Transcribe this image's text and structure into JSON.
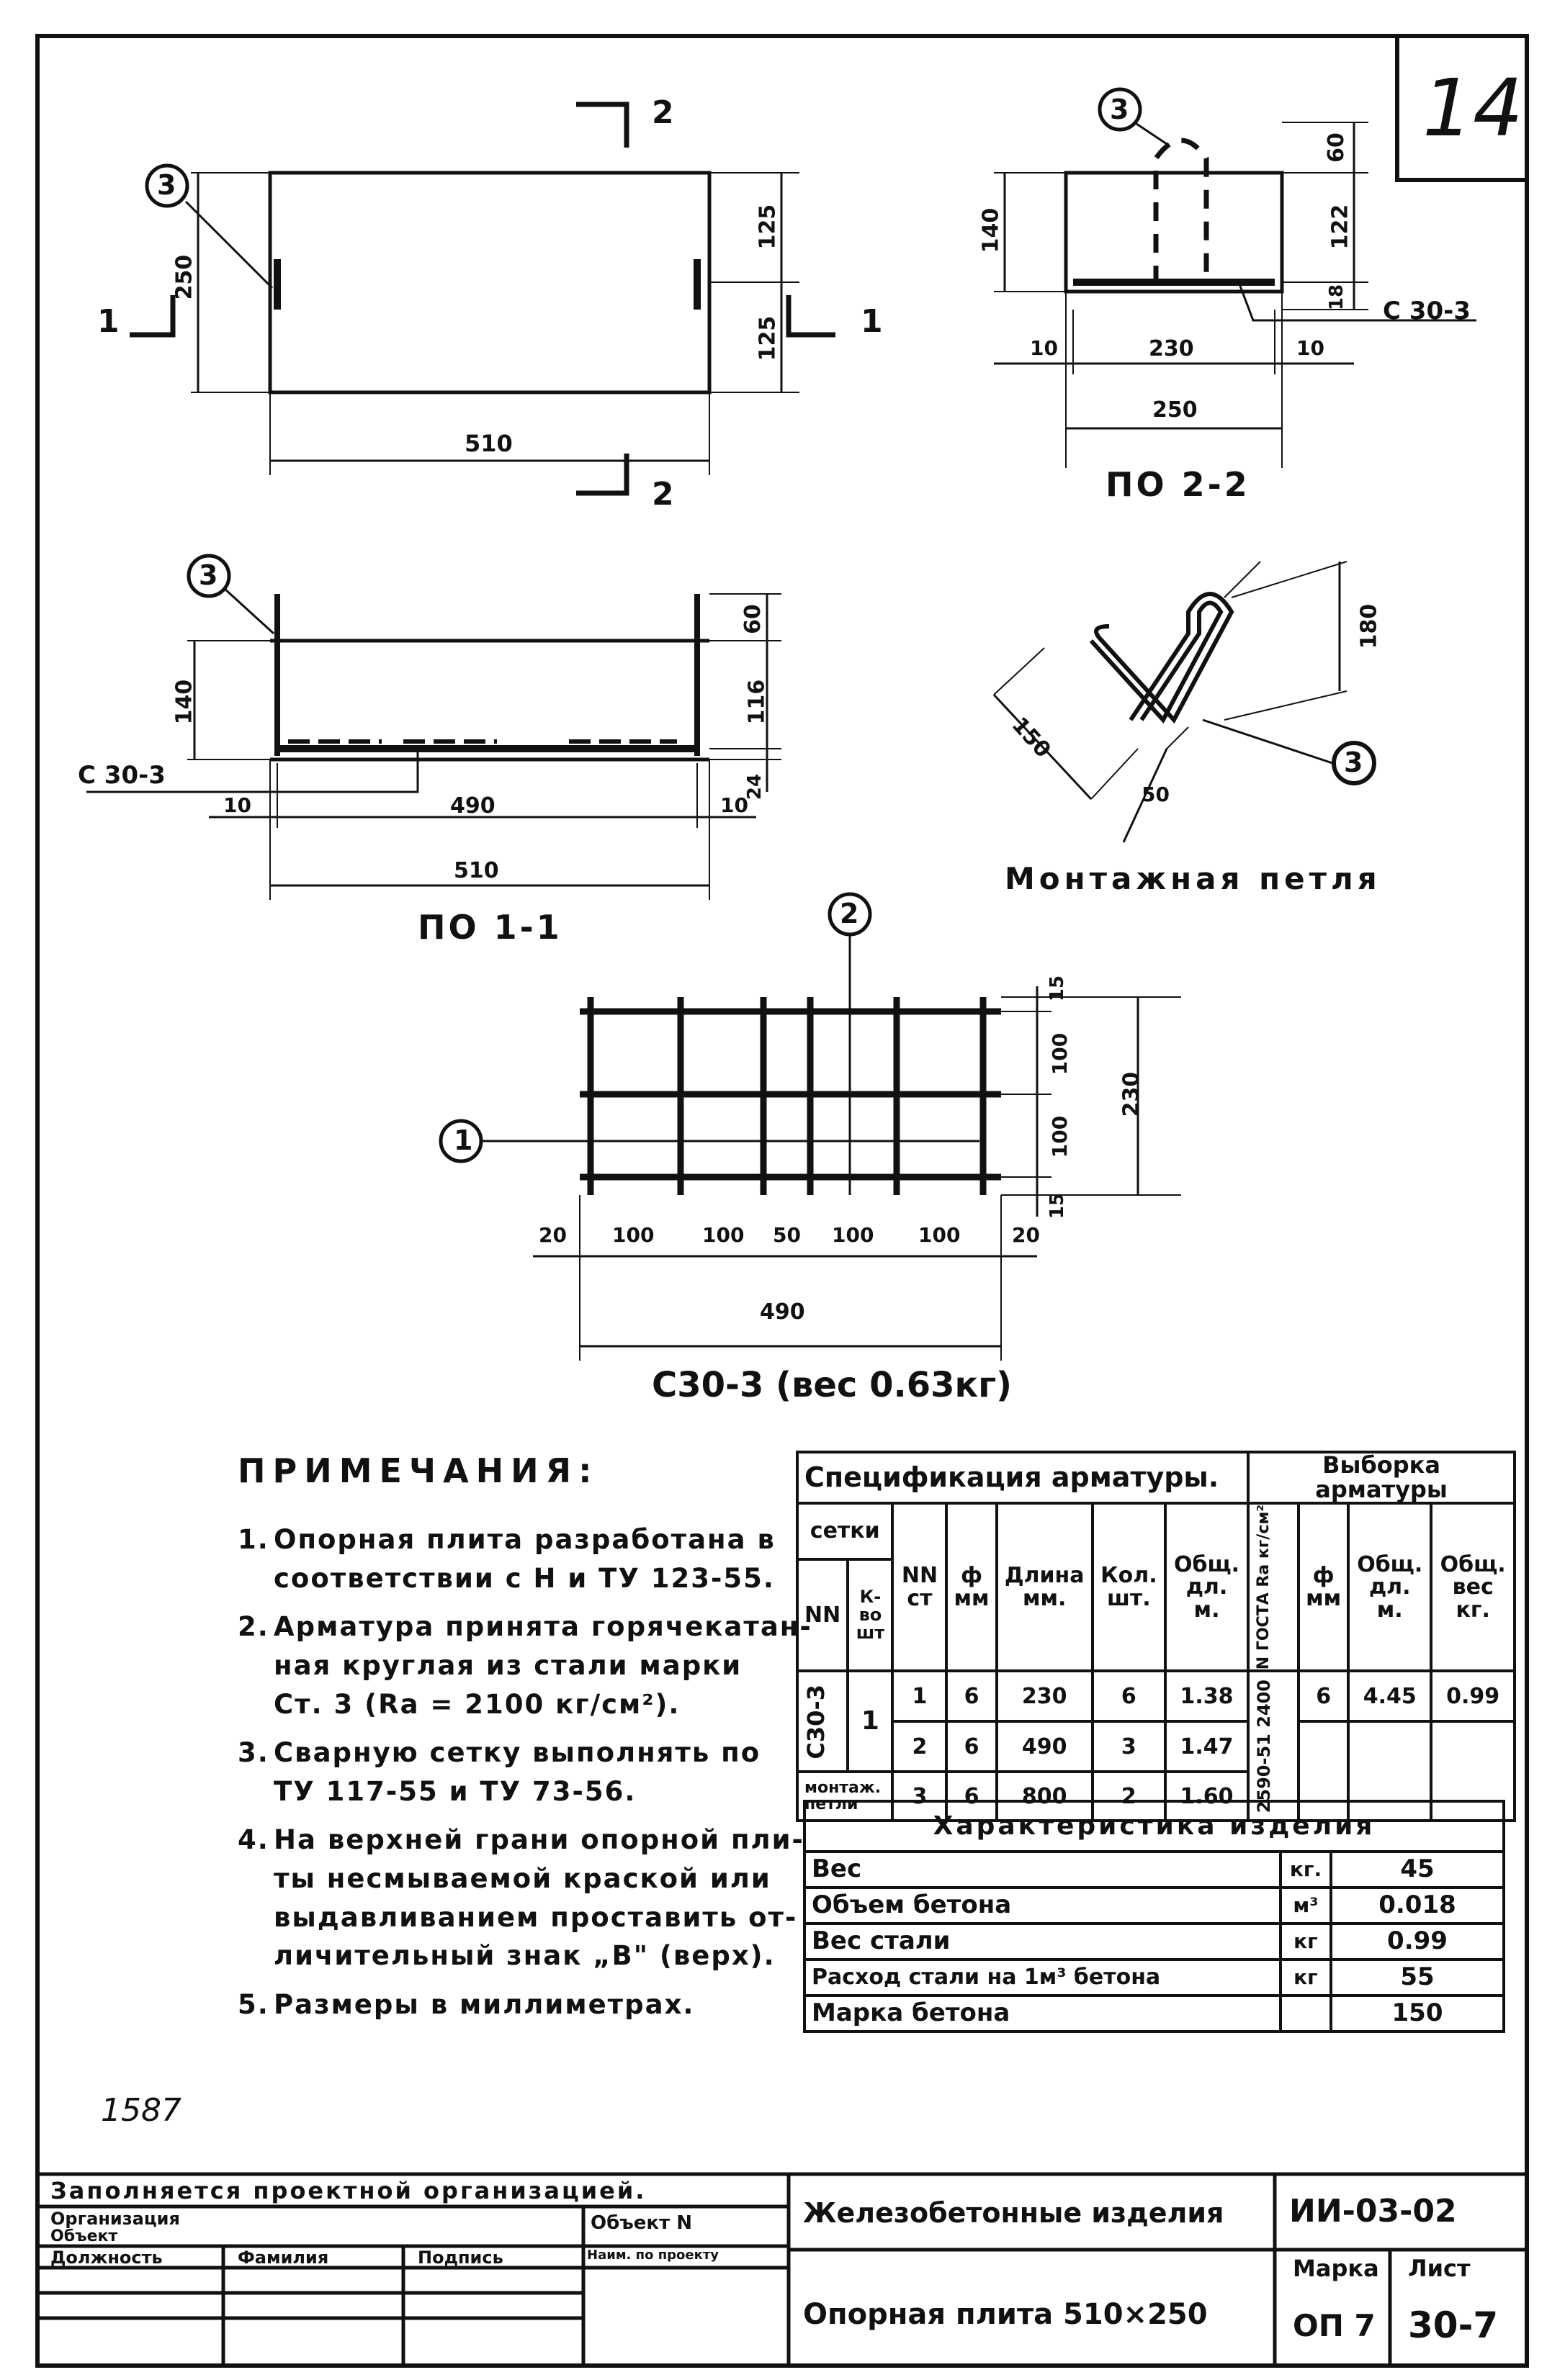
{
  "sheet_number": "14",
  "plan_view": {
    "leader_3": "3",
    "width_dim": "510",
    "height_dim": "250",
    "half_dim_top": "125",
    "half_dim_bottom": "125",
    "section_1": "1",
    "section_2": "2"
  },
  "section_2_2": {
    "label": "ПО 2-2",
    "leader_3": "3",
    "dims": [
      "60",
      "122",
      "18",
      "140"
    ],
    "mesh_label": "С 30-3",
    "bottom_dims": [
      "10",
      "230",
      "10"
    ],
    "total_dim": "250"
  },
  "section_1_1": {
    "label": "ПО 1-1",
    "leader_3": "3",
    "dims_right": [
      "60",
      "116",
      "24"
    ],
    "height_dim": "140",
    "mesh_label": "С 30-3",
    "bottom_dims": [
      "10",
      "490",
      "10"
    ],
    "total_dim": "510"
  },
  "loop": {
    "label": "Монтажная петля",
    "leader_3": "3",
    "dims": [
      "180",
      "150",
      "50"
    ]
  },
  "mesh": {
    "caption": "С30-3 (вес 0.63кг)",
    "leader_1": "1",
    "leader_2": "2",
    "right_dims": [
      "15",
      "100",
      "100",
      "15"
    ],
    "height_dim": "230",
    "bottom_dims": [
      "20",
      "100",
      "100",
      "50",
      "100",
      "100",
      "20"
    ],
    "total_dim": "490"
  },
  "notes": {
    "title": "ПРИМЕЧАНИЯ:",
    "items": [
      {
        "n": "1.",
        "text": "Опорная плита разработана в\nсоответствии с Н и ТУ 123-55."
      },
      {
        "n": "2.",
        "text": "Арматура принята горячекатан-\nная круглая из стали марки\nСт. 3 (Ra = 2100 кг/см²)."
      },
      {
        "n": "3.",
        "text": "Сварную сетку выполнять по\nТУ 117-55 и ТУ 73-56."
      },
      {
        "n": "4.",
        "text": "На верхней грани опорной пли-\nты несмываемой краской или\nвыдавливанием проставить от-\nличительный знак „В\" (верх)."
      },
      {
        "n": "5.",
        "text": "Размеры в миллиметрах."
      }
    ]
  },
  "spec_table": {
    "title": "Спецификация арматуры.",
    "selection_title": "Выборка арматуры",
    "headers": {
      "mesh": "сетки",
      "mesh_no": "NN",
      "mesh_count": "К-во шт",
      "bar_no": "NN ст",
      "dia": "ф мм",
      "length": "Длина мм.",
      "qty": "Кол. шт.",
      "total_len": "Общ. дл. м.",
      "gost": "N ГОСТА Ra кг/см²",
      "sel_dia": "ф мм",
      "sel_len": "Общ. дл. м.",
      "sel_weight": "Общ. вес кг."
    },
    "mesh_name": "С30-3",
    "mesh_qty": "1",
    "rows": [
      {
        "bar": "1",
        "dia": "6",
        "len": "230",
        "qty": "6",
        "total": "1.38"
      },
      {
        "bar": "2",
        "dia": "6",
        "len": "490",
        "qty": "3",
        "total": "1.47"
      },
      {
        "label": "монтаж. петли",
        "bar": "3",
        "dia": "6",
        "len": "800",
        "qty": "2",
        "total": "1.60"
      }
    ],
    "gost_value": "2590-51 2400",
    "sel_dia": "6",
    "sel_len": "4.45",
    "sel_weight": "0.99"
  },
  "char_table": {
    "title": "Характеристика изделия",
    "rows": [
      {
        "name": "Вес",
        "unit": "кг.",
        "value": "45"
      },
      {
        "name": "Объем бетона",
        "unit": "м³",
        "value": "0.018"
      },
      {
        "name": "Вес стали",
        "unit": "кг",
        "value": "0.99"
      },
      {
        "name": "Расход стали на 1м³ бетона",
        "unit": "кг",
        "value": "55"
      },
      {
        "name": "Марка бетона",
        "unit": "",
        "value": "150"
      }
    ]
  },
  "handwritten_note": "1587",
  "title_block": {
    "header": "Заполняется проектной организацией.",
    "org": "Организация",
    "object": "Объект",
    "object_no": "Объект N",
    "position": "Должность",
    "surname": "Фамилия",
    "signature": "Подпись",
    "project_name": "Наим. по проекту",
    "series": "Железобетонные изделия",
    "code": "ИИ-03-02",
    "product": "Опорная плита 510×250",
    "mark_label": "Марка",
    "mark": "ОП 7",
    "sheet_label": "Лист",
    "sheet": "30-7"
  }
}
